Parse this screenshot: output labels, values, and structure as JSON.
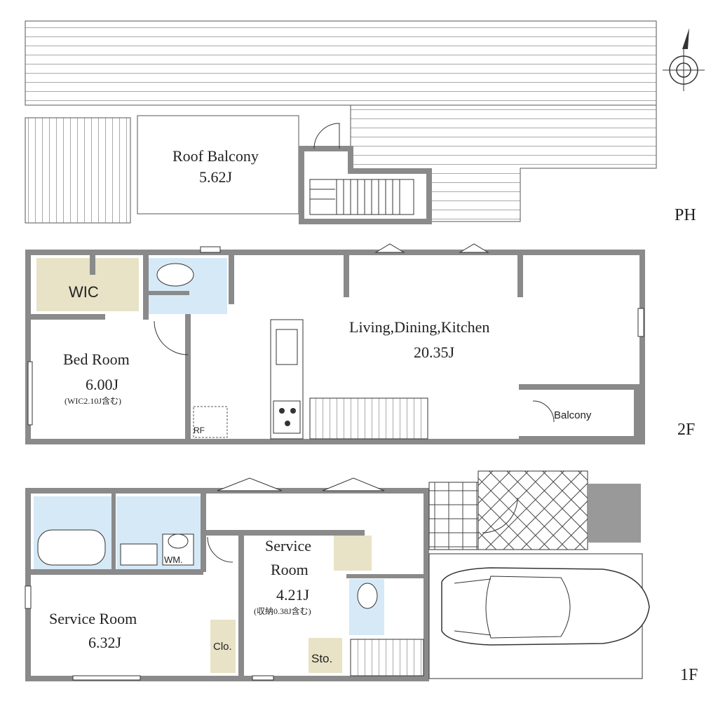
{
  "floors": {
    "ph": {
      "label": "PH",
      "rooms": [
        {
          "name": "Roof Balcony",
          "area": "5.62J"
        }
      ]
    },
    "f2": {
      "label": "2F",
      "rooms": [
        {
          "name": "WIC"
        },
        {
          "name": "Bed Room",
          "area": "6.00J",
          "note": "(WIC2.10J含む)"
        },
        {
          "name": "Living,Dining,Kitchen",
          "area": "20.35J"
        },
        {
          "name": "Balcony"
        },
        {
          "name": "RF"
        }
      ]
    },
    "f1": {
      "label": "1F",
      "rooms": [
        {
          "name": "Service Room",
          "area": "6.32J"
        },
        {
          "name": "Service",
          "name2": "Room",
          "area": "4.21J",
          "note": "(収納0.38J含む)"
        },
        {
          "name": "WM."
        },
        {
          "name": "Clo."
        },
        {
          "name": "Sto."
        }
      ]
    }
  },
  "colors": {
    "wall": "#8a8a8a",
    "wic": "#e8e2c6",
    "water": "#d6e9f7",
    "dark_tile": "#999999"
  },
  "compass": {
    "icon": "compass-icon"
  }
}
